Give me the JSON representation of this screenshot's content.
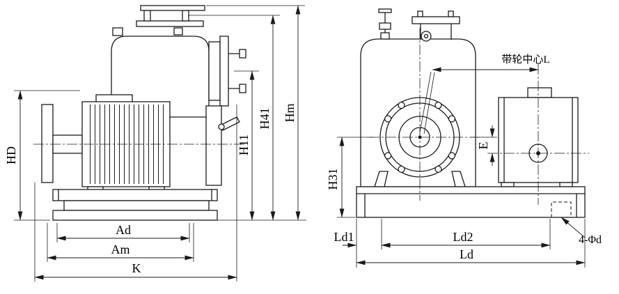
{
  "drawing": {
    "background": "#ffffff",
    "stroke_color": "#1a1a1a",
    "views": {
      "side": {
        "name": "pump-and-motor-side-elevation",
        "dims": {
          "hd": "HD",
          "ad": "Ad",
          "am": "Am",
          "k": "K",
          "h11": "H11",
          "h41": "H41",
          "hm": "Hm"
        }
      },
      "end": {
        "name": "pump-and-pulley-end-elevation",
        "dims": {
          "belt_center": "带轮中心L",
          "e": "E",
          "h31": "H31",
          "ld1": "Ld1",
          "ld2": "Ld2",
          "ld": "Ld",
          "bolt_holes": "4-Φd"
        }
      }
    }
  }
}
